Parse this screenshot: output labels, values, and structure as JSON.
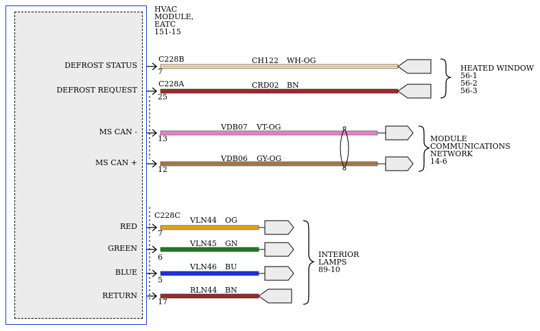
{
  "module": {
    "title_lines": [
      "HVAC",
      "MODULE,",
      "EATC",
      "151-15"
    ]
  },
  "connectors": {
    "c1": "C228B",
    "c2": "C228A",
    "c3": "C228C"
  },
  "pins": [
    {
      "label": "DEFROST STATUS",
      "pin": "7",
      "circuit": "CH122",
      "color_code": "WH-OG"
    },
    {
      "label": "DEFROST REQUEST",
      "pin": "25",
      "circuit": "CRD02",
      "color_code": "BN"
    },
    {
      "label": "MS CAN -",
      "pin": "13",
      "circuit": "VDB07",
      "color_code": "VT-OG"
    },
    {
      "label": "MS CAN +",
      "pin": "12",
      "circuit": "VDB06",
      "color_code": "GY-OG"
    },
    {
      "label": "RED",
      "pin": "7",
      "circuit": "VLN44",
      "color_code": "OG"
    },
    {
      "label": "GREEN",
      "pin": "6",
      "circuit": "VLN45",
      "color_code": "GN"
    },
    {
      "label": "BLUE",
      "pin": "5",
      "circuit": "VLN46",
      "color_code": "BU"
    },
    {
      "label": "RETURN",
      "pin": "17",
      "circuit": "RLN44",
      "color_code": "BN"
    }
  ],
  "destinations": {
    "heated_window": {
      "lines": [
        "HEATED WINDOW",
        "56-1",
        "56-2",
        "56-3"
      ]
    },
    "module_comm": {
      "lines": [
        "MODULE",
        "COMMUNICATIONS",
        "NETWORK",
        "14-6"
      ]
    },
    "interior_lamps": {
      "lines": [
        "INTERIOR",
        "LAMPS",
        "89-10"
      ]
    }
  },
  "colors": {
    "module_border": "#2233dd",
    "wire_wh_og": "#f3e2c0",
    "wire_wh_og_stripe": "#e0a050",
    "wire_bn": "#9b2a2a",
    "wire_vt_og": "#ea8fd0",
    "wire_gy_og": "#b08050",
    "wire_og": "#e9a21a",
    "wire_gn": "#1f7a1f",
    "wire_bu": "#1f2fe0"
  }
}
